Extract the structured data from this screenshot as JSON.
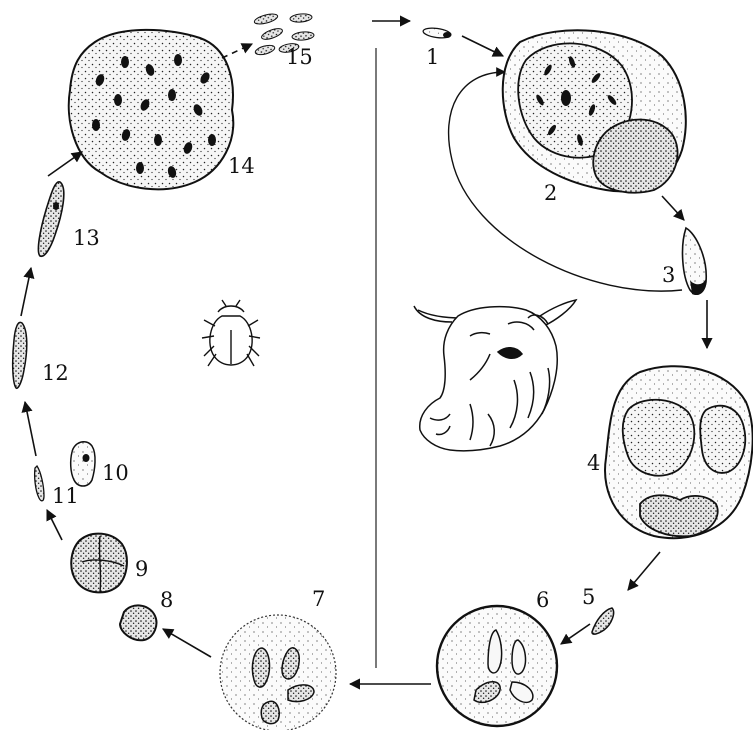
{
  "diagram": {
    "stage_labels": {
      "s1": "1",
      "s2": "2",
      "s3": "3",
      "s4": "4",
      "s5": "5",
      "s6": "6",
      "s7": "7",
      "s8": "8",
      "s9": "9",
      "s10": "10",
      "s11": "11",
      "s12": "12",
      "s13": "13",
      "s14": "14",
      "s15": "15"
    },
    "colors": {
      "ink": "#111111",
      "cell_fill": "#f4f4f4",
      "nucleus_fill": "#d8d8d8",
      "background": "#ffffff"
    },
    "icons": {
      "host_vertebrate": "cow-head-icon",
      "host_vector": "tick-icon"
    }
  }
}
